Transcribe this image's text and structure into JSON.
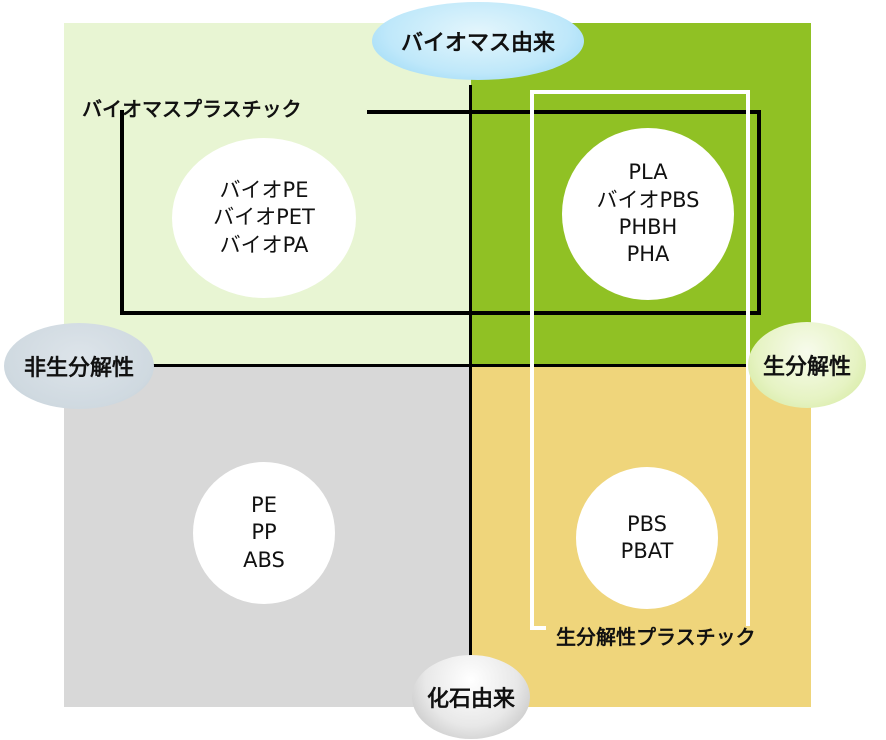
{
  "axes": {
    "top": "バイオマス由来",
    "bottom": "化石由来",
    "left": "非生分解性",
    "right": "生分解性"
  },
  "groups": {
    "biomass_plastics": "バイオマスプラスチック",
    "biodegradable_plastics": "生分解性プラスチック"
  },
  "quadrants": {
    "top_left": {
      "materials": [
        "バイオPE",
        "バイオPET",
        "バイオPA"
      ],
      "color": "#e8f5d3"
    },
    "top_right": {
      "materials": [
        "PLA",
        "バイオPBS",
        "PHBH",
        "PHA"
      ],
      "color": "#90c124"
    },
    "bottom_left": {
      "materials": [
        "PE",
        "PP",
        "ABS"
      ],
      "color": "#d8d8d8"
    },
    "bottom_right": {
      "materials": [
        "PBS",
        "PBAT"
      ],
      "color": "#efd57b"
    }
  }
}
